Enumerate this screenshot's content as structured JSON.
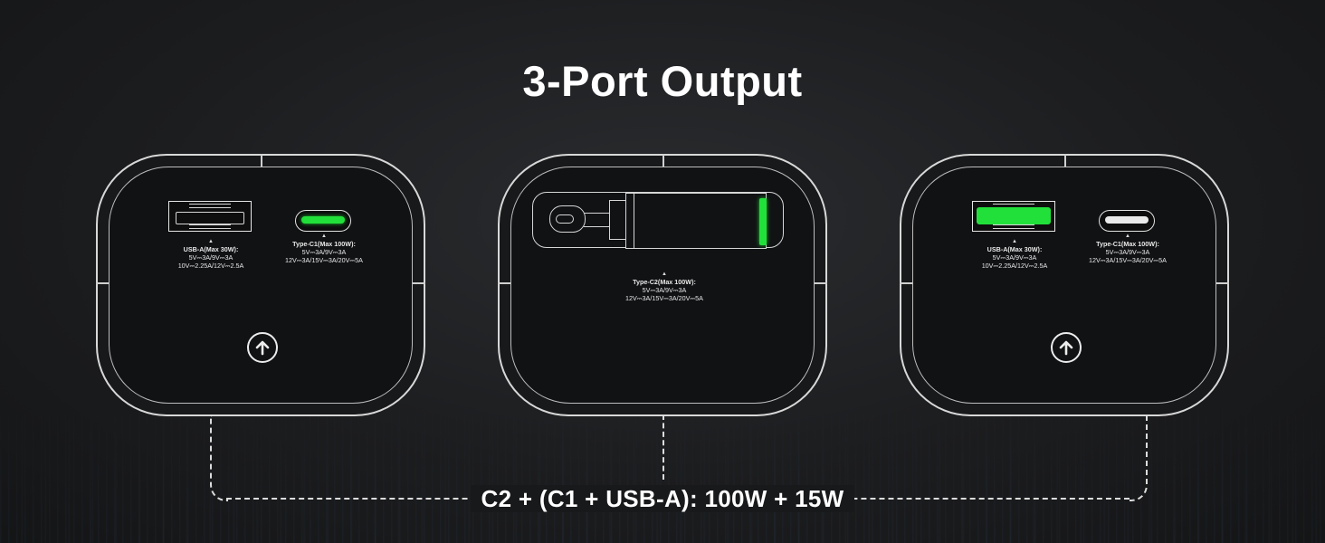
{
  "title": "3-Port Output",
  "left_device": {
    "usba_label": "USB-A(Max 30W):",
    "usba_line1": "5V⎓3A/9V⎓3A",
    "usba_line2": "10V⎓2.25A/12V⎓2.5A",
    "usbc_label": "Type-C1(Max 100W):",
    "usbc_line1": "5V⎓3A/9V⎓3A",
    "usbc_line2": "12V⎓3A/15V⎓3A/20V⎓5A",
    "active_port": "Type-C1"
  },
  "middle_device": {
    "label": "Type-C2(Max 100W):",
    "line1": "5V⎓3A/9V⎓3A",
    "line2": "12V⎓3A/15V⎓3A/20V⎓5A",
    "active_port": "Type-C2"
  },
  "right_device": {
    "usba_label": "USB-A(Max 30W):",
    "usba_line1": "5V⎓3A/9V⎓3A",
    "usba_line2": "10V⎓2.25A/12V⎓2.5A",
    "usbc_label": "Type-C1(Max 100W):",
    "usbc_line1": "5V⎓3A/9V⎓3A",
    "usbc_line2": "12V⎓3A/15V⎓3A/20V⎓5A",
    "active_port": "USB-A"
  },
  "caption": "C2 + (C1 + USB-A): 100W + 15W",
  "colors": {
    "active_led": "#22e03a",
    "outline": "#d8d8d8",
    "background": "#1c1d1f"
  },
  "icons": [
    "power-button-icon",
    "usb-a-port-icon",
    "usb-c-port-icon",
    "usb-c-cable-icon"
  ]
}
